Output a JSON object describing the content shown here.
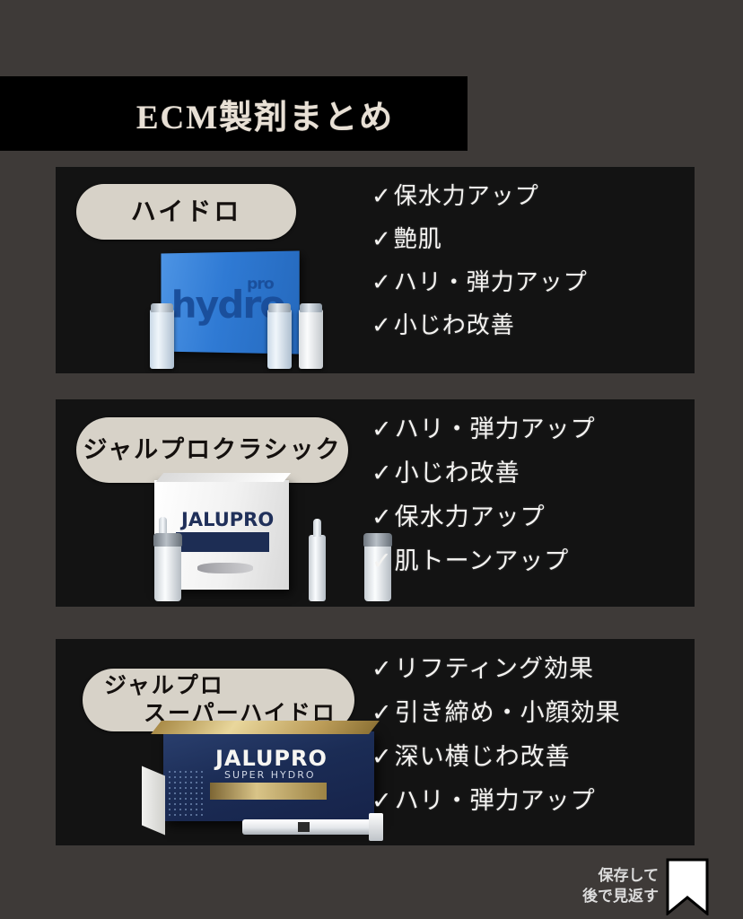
{
  "header": {
    "title": "ECM製剤まとめ"
  },
  "colors": {
    "page_background": "#3e3a38",
    "card_background": "#131313",
    "banner_background": "#000000",
    "title_text": "#e8e0d5",
    "badge_background": "#d7d2c8",
    "badge_text": "#14100e",
    "benefit_text": "#f4f3f1"
  },
  "cards": [
    {
      "badge_lines": [
        "ハイドロ"
      ],
      "product": {
        "name": "hydro-pro-box",
        "brand": "hydro",
        "brand_suffix": "pro"
      },
      "benefits": [
        {
          "check": "✓",
          "text": "保水力アップ"
        },
        {
          "check": "✓",
          "text": "艶肌"
        },
        {
          "check": "✓",
          "text": "ハリ・弾力アップ"
        },
        {
          "check": "✓",
          "text": "小じわ改善"
        }
      ]
    },
    {
      "badge_lines": [
        "ジャルプロクラシック"
      ],
      "product": {
        "name": "jalupro-classic-box",
        "brand": "JALUPRO"
      },
      "benefits": [
        {
          "check": "✓",
          "text": "ハリ・弾力アップ"
        },
        {
          "check": "✓",
          "text": "小じわ改善"
        },
        {
          "check": "✓",
          "text": "保水力アップ"
        },
        {
          "check": "✓",
          "text": "肌トーンアップ"
        }
      ]
    },
    {
      "badge_lines": [
        "ジャルプロ",
        "スーパーハイドロ"
      ],
      "product": {
        "name": "jalupro-super-hydro-box",
        "brand": "JALUPRO",
        "sub": "SUPER HYDRO"
      },
      "benefits": [
        {
          "check": "✓",
          "text": "リフティング効果"
        },
        {
          "check": "✓",
          "text": "引き締め・小顔効果"
        },
        {
          "check": "✓",
          "text": "深い横じわ改善"
        },
        {
          "check": "✓",
          "text": "ハリ・弾力アップ"
        }
      ]
    }
  ],
  "save_hint": {
    "line1": "保存して",
    "line2": "後で見返す",
    "icon": "bookmark-icon"
  }
}
